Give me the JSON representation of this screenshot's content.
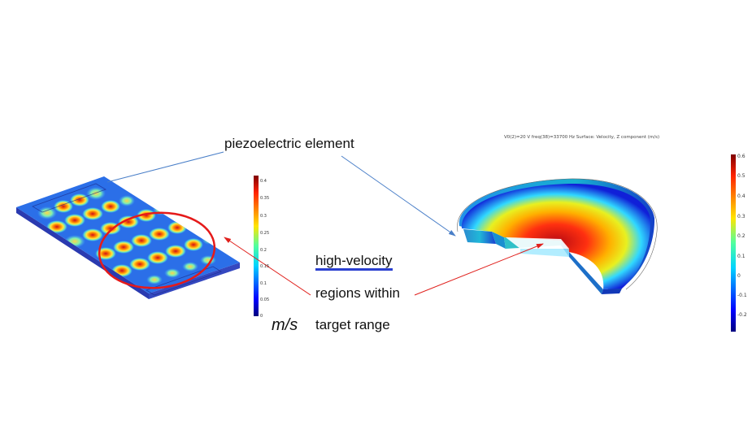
{
  "labels": {
    "piezo": "piezoelectric element",
    "high_velocity": "high-velocity",
    "regions_within": "regions within",
    "target_range": "target range",
    "unit": "m/s"
  },
  "right_plot": {
    "caption": "V0(2)=20 V freq(38)=33700 Hz   Surface: Velocity, Z component (m/s)"
  },
  "left_colorbar": {
    "ticks": [
      "0.4",
      "0.35",
      "0.3",
      "0.25",
      "0.2",
      "0.15",
      "0.1",
      "0.05",
      "0"
    ]
  },
  "right_colorbar": {
    "ticks": [
      "0.6",
      "0.5",
      "0.4",
      "0.3",
      "0.2",
      "0.1",
      "0",
      "-0.1",
      "-0.2"
    ]
  },
  "colors": {
    "arrow_blue": "#4a7fc8",
    "arrow_red": "#e0201c",
    "ellipse_red": "#e51a1a",
    "underline_blue": "#2a3fd0"
  }
}
